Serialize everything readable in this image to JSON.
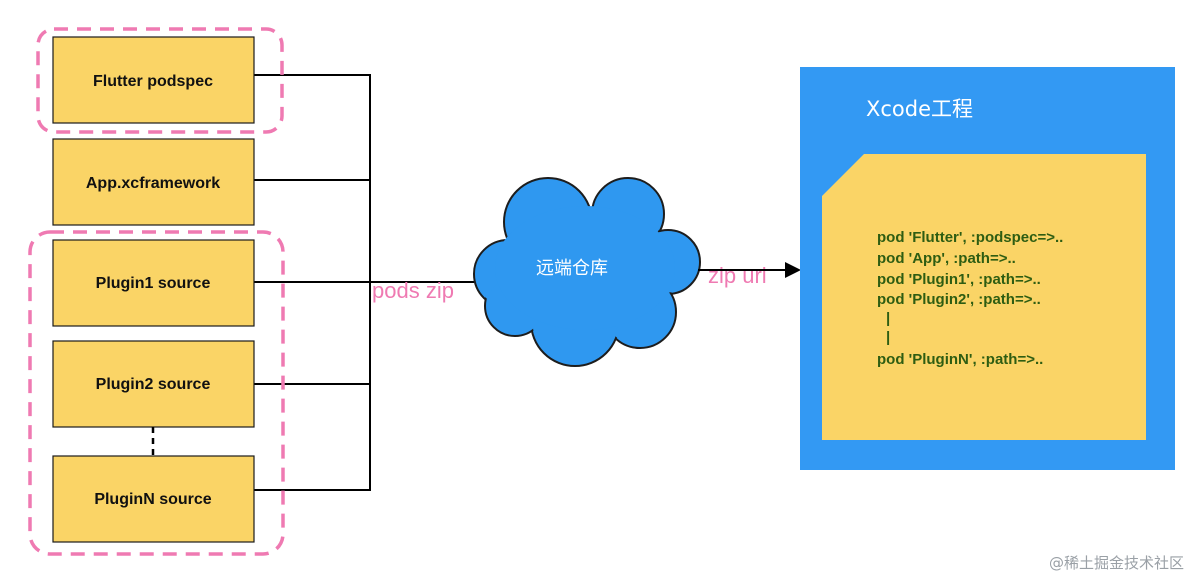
{
  "sources": {
    "flutter_podspec": "Flutter podspec",
    "app_xcframework": "App.xcframework",
    "plugin1": "Plugin1 source",
    "plugin2": "Plugin2 source",
    "pluginN": "PluginN source"
  },
  "edges": {
    "pods_zip": "pods zip",
    "zip_url": "zip url"
  },
  "cloud": {
    "label": "远端仓库"
  },
  "xcode": {
    "title": "Xcode工程",
    "code_lines": [
      "pod 'Flutter', :podspec=>..",
      "pod 'App', :path=>..",
      "pod 'Plugin1', :path=>..",
      "pod 'Plugin2', :path=>..",
      "|",
      "|",
      "pod 'PluginN', :path=>.."
    ]
  },
  "watermark": "@稀土掘金技术社区",
  "colors": {
    "box_fill": "#fad466",
    "box_stroke": "#1a1a1a",
    "dashed_highlight": "#ef7ab2",
    "cloud_fill": "#2f98f0",
    "xcode_fill": "#3399f3",
    "note_fill": "#fad466"
  }
}
